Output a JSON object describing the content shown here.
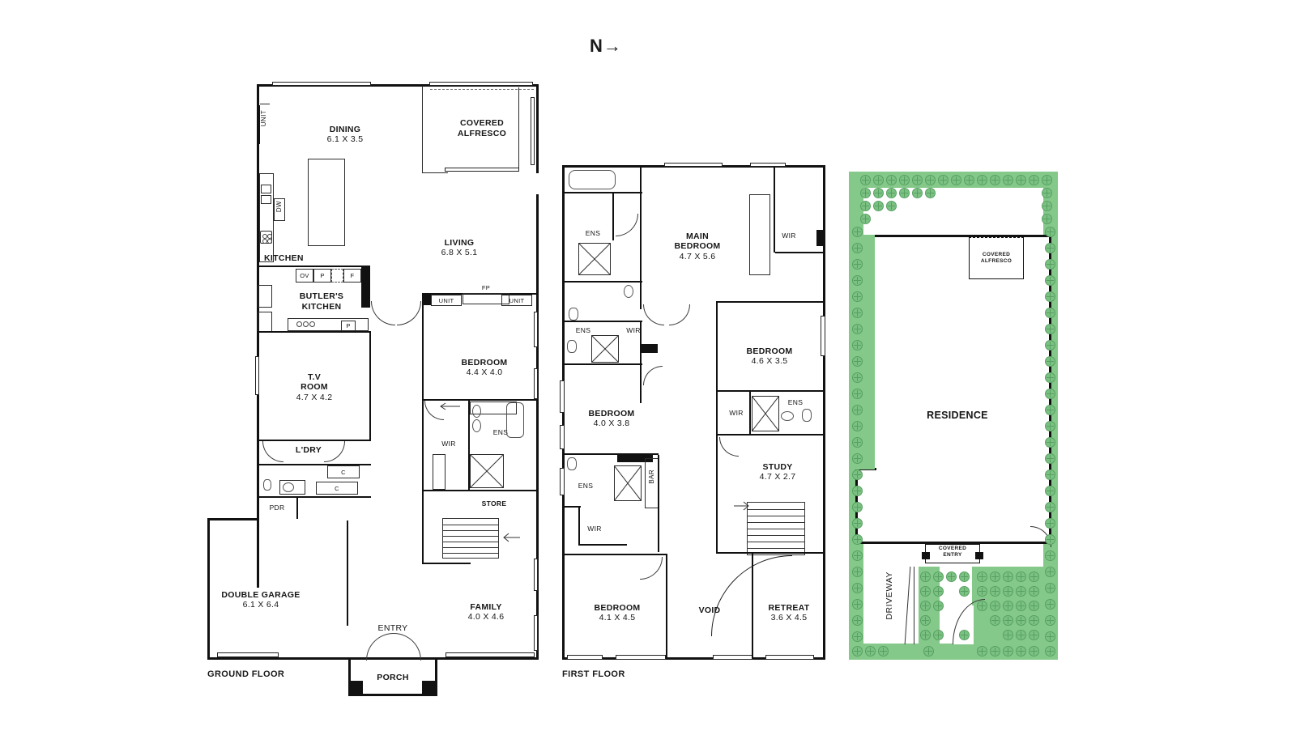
{
  "title": "Residential Floor Plan",
  "orientation": {
    "label": "N",
    "arrow": "→"
  },
  "plans": [
    {
      "id": "ground",
      "caption": "GROUND FLOOR"
    },
    {
      "id": "first",
      "caption": "FIRST FLOOR"
    },
    {
      "id": "site",
      "caption": ""
    }
  ],
  "ground_floor": {
    "caption": "GROUND FLOOR",
    "rooms": [
      {
        "name": "DINING",
        "dims": "6.1 X 3.5"
      },
      {
        "name": "COVERED\nALFRESCO",
        "dims": ""
      },
      {
        "name": "LIVING",
        "dims": "6.8 X 5.1"
      },
      {
        "name": "KITCHEN",
        "dims": ""
      },
      {
        "name": "BUTLER'S\nKITCHEN",
        "dims": ""
      },
      {
        "name": "T.V\nROOM",
        "dims": "4.7 X 4.2"
      },
      {
        "name": "BEDROOM",
        "dims": "4.4 X 4.0"
      },
      {
        "name": "L'DRY",
        "dims": ""
      },
      {
        "name": "PDR",
        "dims": ""
      },
      {
        "name": "WIR",
        "dims": ""
      },
      {
        "name": "ENS",
        "dims": ""
      },
      {
        "name": "STORE",
        "dims": ""
      },
      {
        "name": "DOUBLE GARAGE",
        "dims": "6.1 X 6.4"
      },
      {
        "name": "FAMILY",
        "dims": "4.0 X 4.6"
      },
      {
        "name": "ENTRY",
        "dims": ""
      },
      {
        "name": "PORCH",
        "dims": ""
      }
    ],
    "fixtures": [
      {
        "label": "UNIT"
      },
      {
        "label": "DW"
      },
      {
        "label": "OV"
      },
      {
        "label": "P"
      },
      {
        "label": "F"
      },
      {
        "label": "P"
      },
      {
        "label": "FP"
      },
      {
        "label": "UNIT"
      },
      {
        "label": "UNIT"
      },
      {
        "label": "C"
      },
      {
        "label": "C"
      }
    ]
  },
  "first_floor": {
    "caption": "FIRST FLOOR",
    "rooms": [
      {
        "name": "MAIN\nBEDROOM",
        "dims": "4.7 X 5.6"
      },
      {
        "name": "WIR",
        "dims": ""
      },
      {
        "name": "ENS",
        "dims": ""
      },
      {
        "name": "ENS",
        "dims": ""
      },
      {
        "name": "WIR",
        "dims": ""
      },
      {
        "name": "BEDROOM",
        "dims": "4.6 X 3.5"
      },
      {
        "name": "BEDROOM",
        "dims": "4.0 X 3.8"
      },
      {
        "name": "WIR",
        "dims": ""
      },
      {
        "name": "ENS",
        "dims": ""
      },
      {
        "name": "STUDY",
        "dims": "4.7 X 2.7"
      },
      {
        "name": "ENS",
        "dims": ""
      },
      {
        "name": "WIR",
        "dims": ""
      },
      {
        "name": "BAR",
        "dims": ""
      },
      {
        "name": "BEDROOM",
        "dims": "4.1 X 4.5"
      },
      {
        "name": "VOID",
        "dims": ""
      },
      {
        "name": "RETREAT",
        "dims": "3.6 X 4.5"
      }
    ]
  },
  "site_plan": {
    "labels": [
      {
        "name": "RESIDENCE"
      },
      {
        "name": "COVERED\nALFRESCO"
      },
      {
        "name": "COVERED\nENTRY"
      },
      {
        "name": "DRIVEWAY"
      }
    ],
    "colors": {
      "garden": "#84c88a",
      "garden_edge": "#55a05f",
      "building_outline": "#111111"
    }
  }
}
